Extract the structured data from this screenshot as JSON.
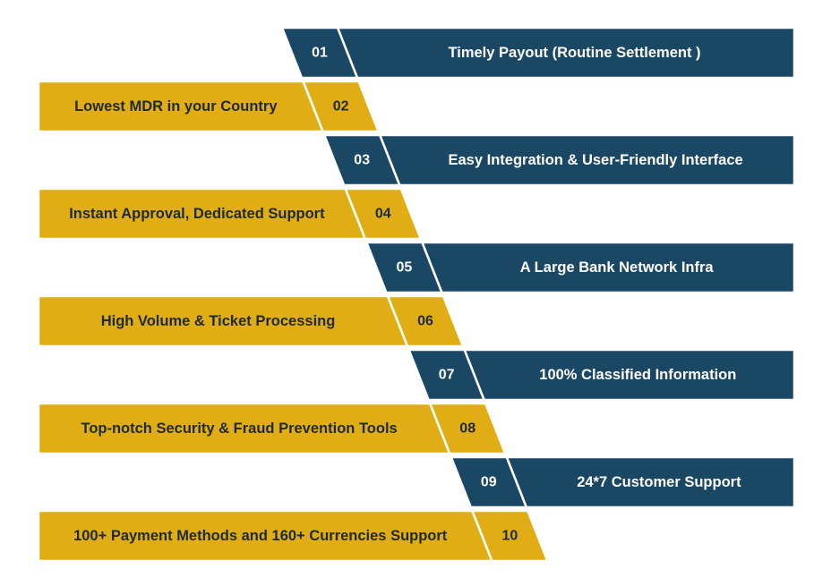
{
  "colors": {
    "navy": "#1a4763",
    "gold": "#e0ad14",
    "dark_text": "#1f2a30",
    "light_text": "#ffffff"
  },
  "items": [
    {
      "number": "01",
      "text": "Timely Payout (Routine Settlement )",
      "side": "right",
      "color": "navy"
    },
    {
      "number": "02",
      "text": "Lowest MDR in your Country",
      "side": "left",
      "color": "gold"
    },
    {
      "number": "03",
      "text": "Easy Integration & User-Friendly Interface",
      "side": "right",
      "color": "navy"
    },
    {
      "number": "04",
      "text": "Instant Approval, Dedicated Support",
      "side": "left",
      "color": "gold"
    },
    {
      "number": "05",
      "text": "A Large Bank Network Infra",
      "side": "right",
      "color": "navy"
    },
    {
      "number": "06",
      "text": "High Volume & Ticket Processing",
      "side": "left",
      "color": "gold"
    },
    {
      "number": "07",
      "text": "100% Classified Information",
      "side": "right",
      "color": "navy"
    },
    {
      "number": "08",
      "text": "Top-notch Security & Fraud Prevention Tools",
      "side": "left",
      "color": "gold"
    },
    {
      "number": "09",
      "text": "24*7 Customer Support",
      "side": "right",
      "color": "navy"
    },
    {
      "number": "10",
      "text": "100+ Payment Methods and 160+ Currencies Support",
      "side": "left",
      "color": "gold"
    }
  ]
}
